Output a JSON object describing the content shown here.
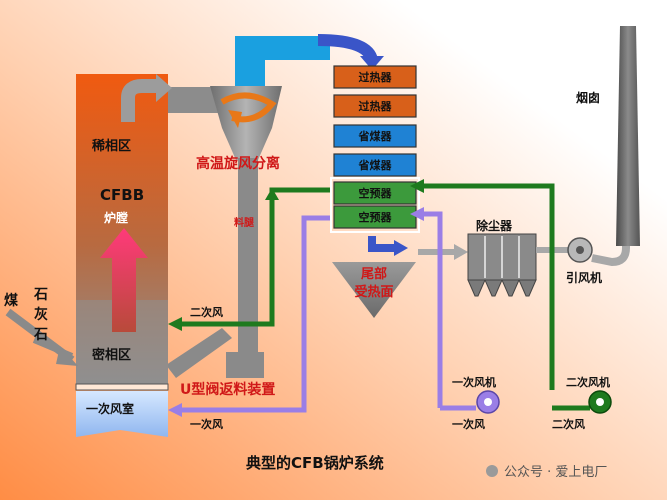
{
  "title": "典型的CFB锅炉系统",
  "watermark": "公众号 · 爱上电厂",
  "furnace": {
    "dilute_zone": "稀相区",
    "name": "CFBB",
    "hearth": "炉膛",
    "dense_zone": "密相区",
    "wind_box": "一次风室"
  },
  "fuel": {
    "coal": "煤",
    "limestone": "石灰石"
  },
  "separator": "高温旋风分离",
  "return_leg": "料腿",
  "u_valve": "U型阀返料装置",
  "heat_exchangers": [
    "过热器",
    "过热器",
    "省煤器",
    "省煤器",
    "空预器",
    "空预器"
  ],
  "tail": "尾部受热面",
  "dust_collector": "除尘器",
  "id_fan": "引风机",
  "chimney": "烟囱",
  "primary_fan": "一次风机",
  "secondary_fan": "二次风机",
  "secondary_air": "二次风",
  "primary_air": "一次风",
  "secondary_air_out": "二次风",
  "primary_air_out": "一次风",
  "colors": {
    "superheater": "#d8601a",
    "economizer": "#1f82d4",
    "air_preheater": "#3c9a3c",
    "primary_air_line": "#9a7ee6",
    "secondary_air_line": "#1e7a1e",
    "flue_gas": "#8a8a8a",
    "background_left": "#ff9a55",
    "background_right": "#ffffff"
  }
}
